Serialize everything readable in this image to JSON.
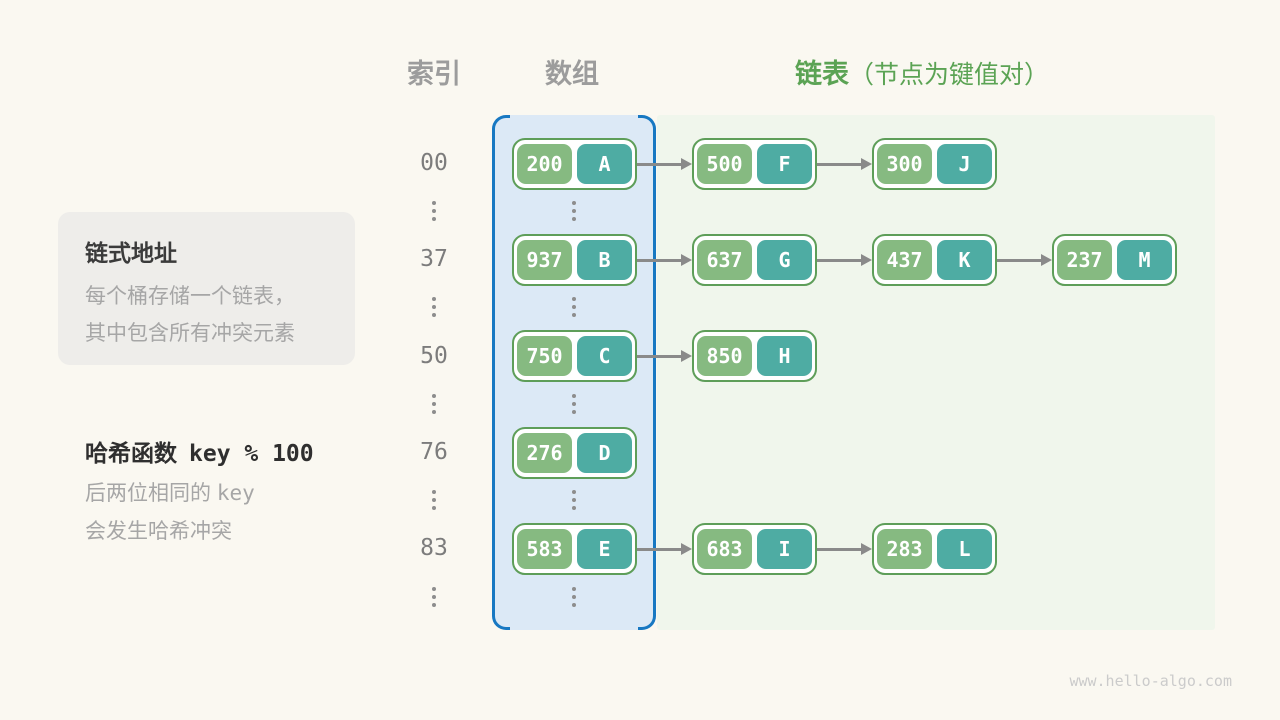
{
  "header": {
    "index_label": "索引",
    "array_label": "数组",
    "list_label": "链表",
    "list_annotation": "（节点为键值对）"
  },
  "info_box": {
    "title": "链式地址",
    "line1": "每个桶存储一个链表，",
    "line2": "其中包含所有冲突元素"
  },
  "hash_note": {
    "title_text": "哈希函数",
    "title_code": "key % 100",
    "line1_text": "后两位相同的",
    "line1_code": "key",
    "line2_text": "会发生哈希冲突"
  },
  "rows": [
    {
      "index": "00",
      "nodes": [
        {
          "key": "200",
          "value": "A"
        },
        {
          "key": "500",
          "value": "F"
        },
        {
          "key": "300",
          "value": "J"
        }
      ]
    },
    {
      "index": "37",
      "nodes": [
        {
          "key": "937",
          "value": "B"
        },
        {
          "key": "637",
          "value": "G"
        },
        {
          "key": "437",
          "value": "K"
        },
        {
          "key": "237",
          "value": "M"
        }
      ]
    },
    {
      "index": "50",
      "nodes": [
        {
          "key": "750",
          "value": "C"
        },
        {
          "key": "850",
          "value": "H"
        }
      ]
    },
    {
      "index": "76",
      "nodes": [
        {
          "key": "276",
          "value": "D"
        }
      ]
    },
    {
      "index": "83",
      "nodes": [
        {
          "key": "583",
          "value": "E"
        },
        {
          "key": "683",
          "value": "I"
        },
        {
          "key": "283",
          "value": "L"
        }
      ]
    }
  ],
  "watermark": "www.hello-algo.com",
  "colors": {
    "page_background": "#FAF8F1",
    "header_gray": "#9C9C9C",
    "header_green": "#5BA354",
    "info_box_background": "#EEEDEA",
    "body_gray_text": "#A6A6A6",
    "index_text": "#7C7C7C",
    "array_fill": "#DCE9F6",
    "array_bracket": "#1878C2",
    "list_panel_fill": "#F0F6EC",
    "node_border": "#5E9E59",
    "key_cell": "#86BA81",
    "value_cell": "#4EACA3",
    "arrow": "#8A8A8A",
    "watermark_text": "#CBCBCB"
  }
}
